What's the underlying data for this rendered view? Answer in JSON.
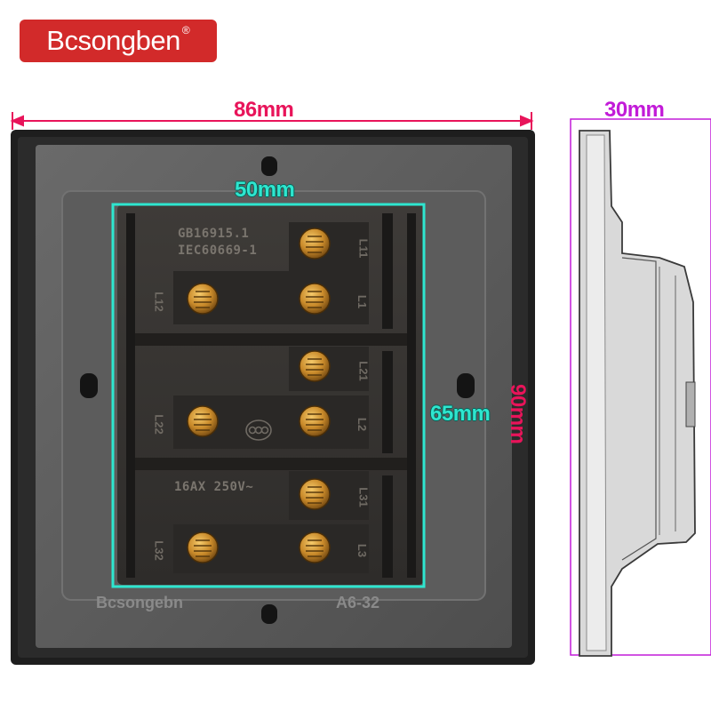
{
  "brand": {
    "name": "Bcsongben",
    "registered_mark": "®"
  },
  "dimensions": {
    "width": "86mm",
    "depth": "30mm",
    "height": "90mm",
    "module_width": "50mm",
    "module_height": "65mm"
  },
  "module": {
    "standard_gb": "GB16915.1",
    "standard_iec": "IEC60669-1",
    "rating": "16AX 250V~"
  },
  "terminals": {
    "l11": "L11",
    "l1": "L1",
    "l12": "L12",
    "l21": "L21",
    "l2": "L2",
    "l22": "L22",
    "l31": "L31",
    "l3": "L3",
    "l32": "L32"
  },
  "plate": {
    "brand_mark": "Bcsongebn",
    "model": "A6-32"
  },
  "colors": {
    "brand_bg": "#d22a2a",
    "dimension_red": "#e8145a",
    "dimension_cyan": "#2ee6cf",
    "dimension_purple": "#c21bd8"
  }
}
